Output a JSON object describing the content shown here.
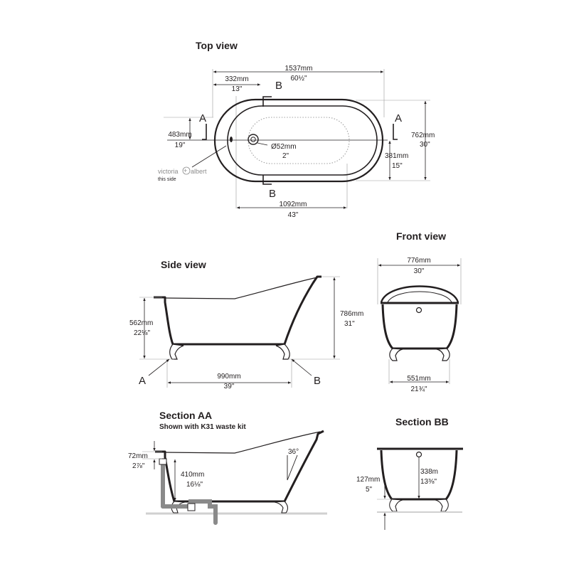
{
  "views": {
    "top": {
      "title": "Top view",
      "overall_length": {
        "mm": "1537mm",
        "in": "60½\""
      },
      "end_offset": {
        "mm": "332mm",
        "in": "13\""
      },
      "overall_width": {
        "mm": "762mm",
        "in": "30\""
      },
      "waste_offset": {
        "mm": "483mm",
        "in": "19\""
      },
      "half_width": {
        "mm": "381mm",
        "in": "15\""
      },
      "waste_diameter": {
        "mm": "Ø52mm",
        "in": "2\""
      },
      "inner_length": {
        "mm": "1092mm",
        "in": "43\""
      },
      "section_a": "A",
      "section_b": "B",
      "brand_logo": "victoria+albert",
      "brand_note": "this side"
    },
    "side": {
      "title": "Side view",
      "height_low": {
        "mm": "562mm",
        "in": "22⅛\""
      },
      "height_high": {
        "mm": "786mm",
        "in": "31\""
      },
      "feet_span": {
        "mm": "990mm",
        "in": "39\""
      },
      "label_a": "A",
      "label_b": "B"
    },
    "front": {
      "title": "Front view",
      "top_width": {
        "mm": "776mm",
        "in": "30\""
      },
      "base_width": {
        "mm": "551mm",
        "in": "21¾\""
      }
    },
    "section_aa": {
      "title": "Section AA",
      "subtitle": "Shown with K31 waste kit",
      "rim_drop": {
        "mm": "72mm",
        "in": "2⅞\""
      },
      "depth": {
        "mm": "410mm",
        "in": "16⅛\""
      },
      "backrest_angle": "36°"
    },
    "section_bb": {
      "title": "Section BB",
      "floor_clearance": {
        "mm": "127mm",
        "in": "5\""
      },
      "depth": {
        "mm": "338m",
        "in": "13⅜\""
      }
    }
  },
  "colors": {
    "line": "#231f20",
    "extension": "#9a9a9a",
    "dotted_outline": "#a0a0a0",
    "waste_pipe": "#8a8a8a",
    "floor": "#d0d0d0"
  }
}
